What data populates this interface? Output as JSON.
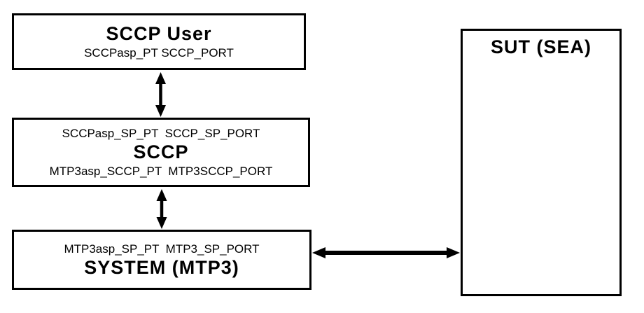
{
  "diagram": {
    "colors": {
      "background": "#ffffff",
      "line": "#000000",
      "text": "#000000"
    },
    "boxes": {
      "sccp_user": {
        "title": "SCCP User",
        "ports_bottom": "SCCPasp_PT SCCP_PORT"
      },
      "sccp": {
        "ports_top": "SCCPasp_SP_PT  SCCP_SP_PORT",
        "title": "SCCP",
        "ports_bottom": "MTP3asp_SCCP_PT  MTP3SCCP_PORT"
      },
      "system_mtp3": {
        "ports_top": "MTP3asp_SP_PT  MTP3_SP_PORT",
        "title": "SYSTEM (MTP3)"
      },
      "sut": {
        "title": "SUT (SEA)"
      }
    },
    "connections": [
      {
        "from": "SCCP User",
        "to": "SCCP",
        "style": "double-headed-arrow",
        "orientation": "vertical"
      },
      {
        "from": "SCCP",
        "to": "SYSTEM (MTP3)",
        "style": "double-headed-arrow",
        "orientation": "vertical"
      },
      {
        "from": "SYSTEM (MTP3)",
        "to": "SUT (SEA)",
        "style": "double-headed-arrow",
        "orientation": "horizontal"
      }
    ]
  }
}
